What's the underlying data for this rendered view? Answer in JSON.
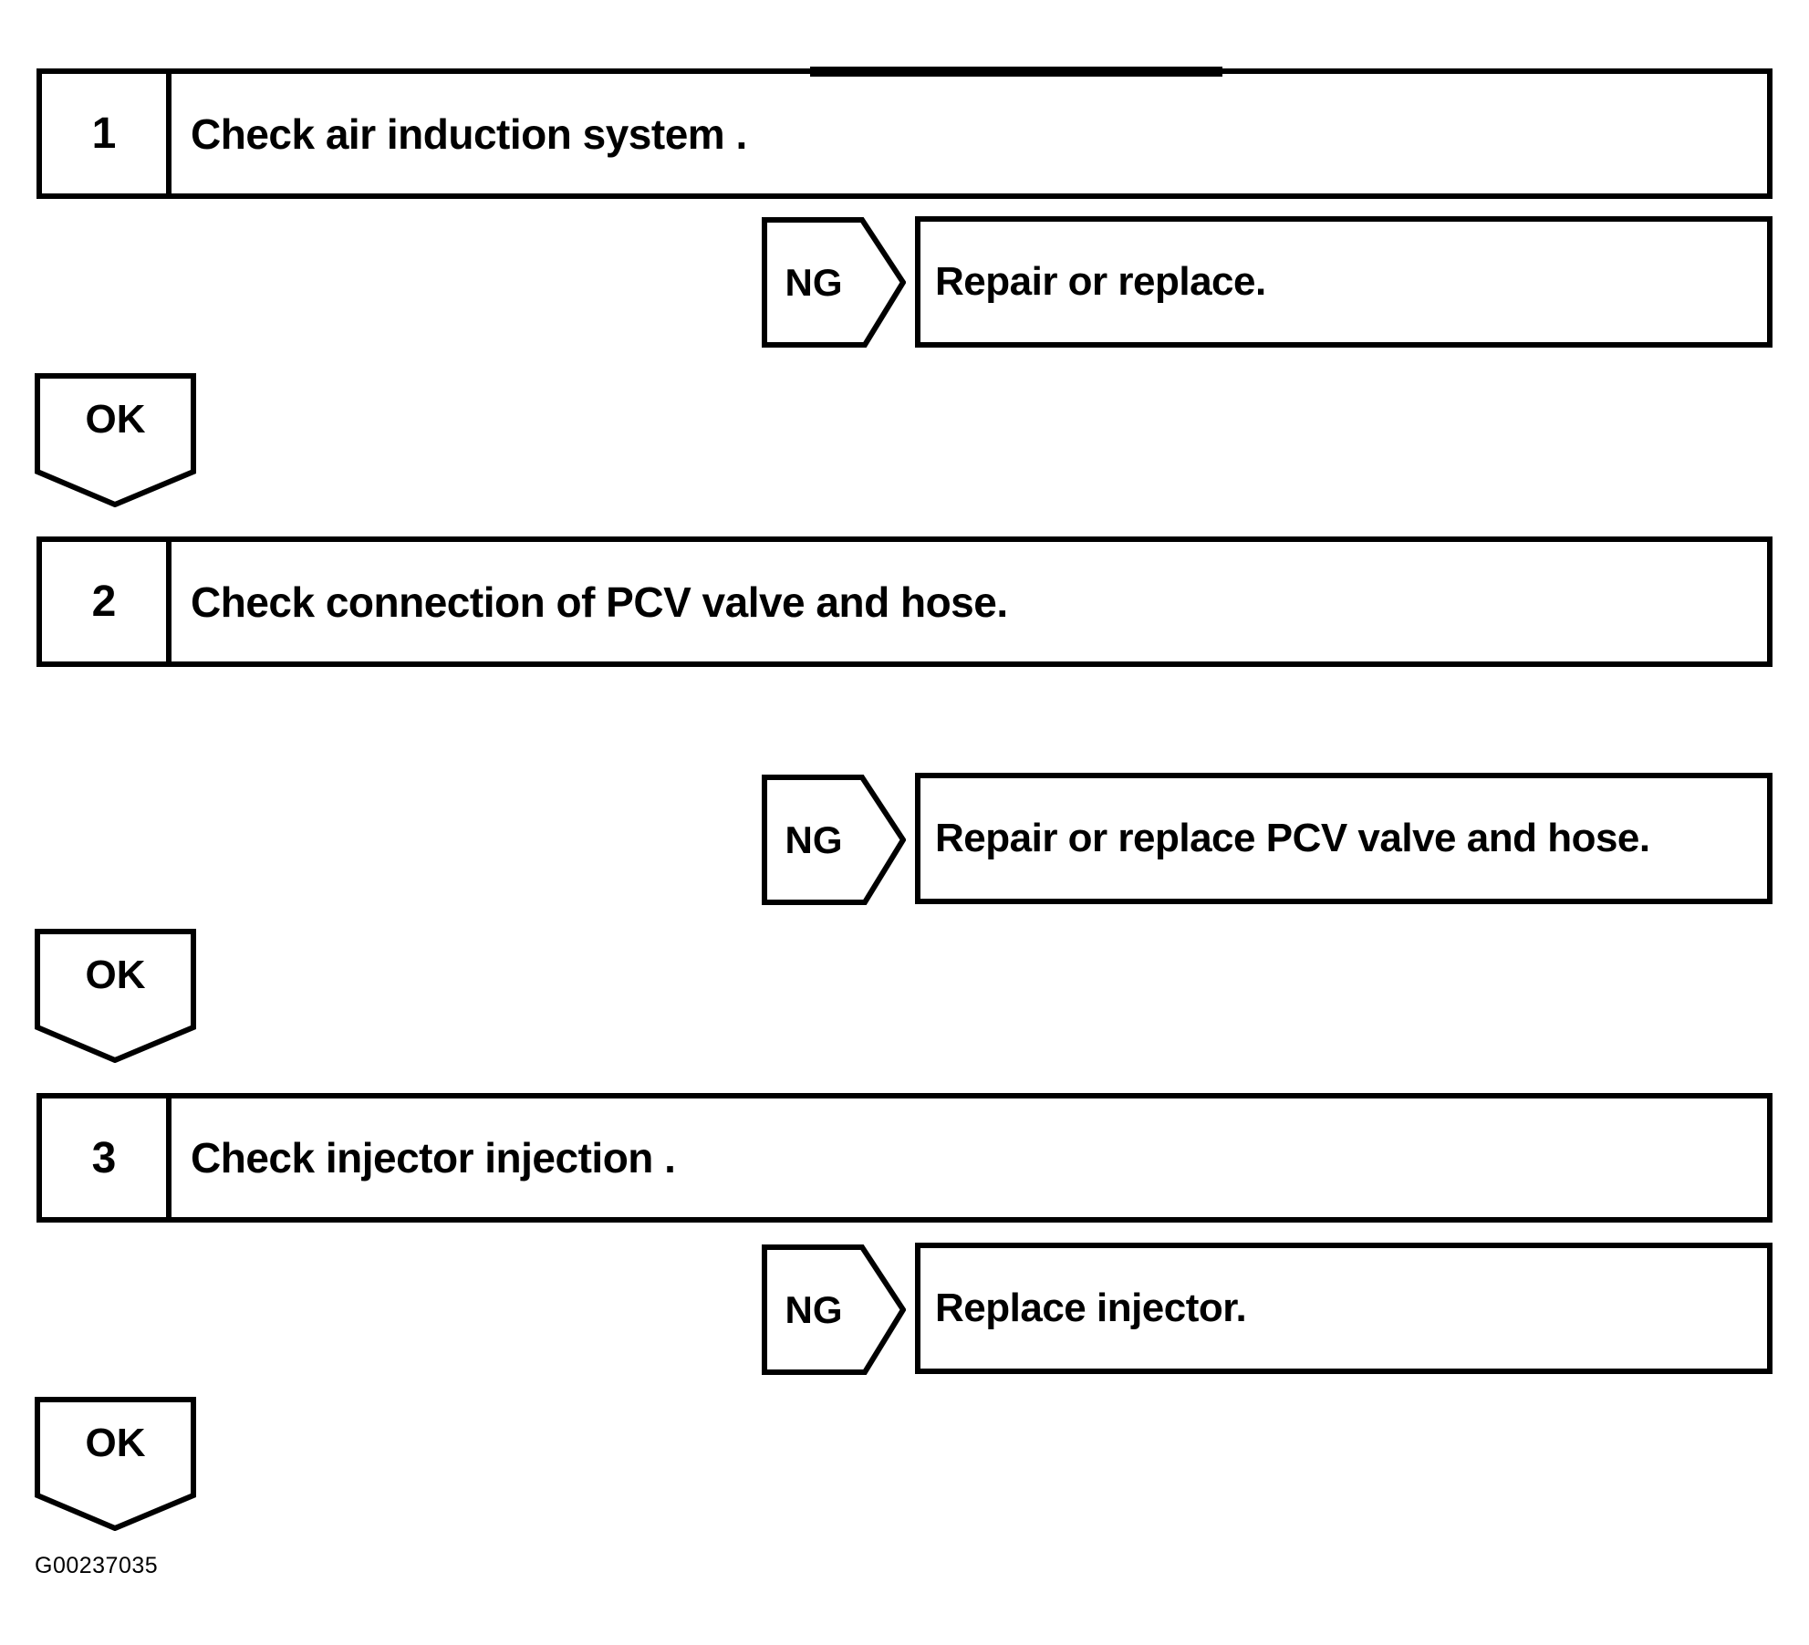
{
  "page": {
    "background": "#ffffff",
    "ink": "#000000",
    "figure_code": "G00237035"
  },
  "steps": [
    {
      "number": "1",
      "instruction": "Check air induction system .",
      "ng_label": "NG",
      "ng_result": "Repair or replace.",
      "ok_label": "OK"
    },
    {
      "number": "2",
      "instruction": "Check connection of PCV valve and hose.",
      "ng_label": "NG",
      "ng_result": "Repair or replace PCV valve and hose.",
      "ok_label": "OK"
    },
    {
      "number": "3",
      "instruction": "Check injector injection .",
      "ng_label": "NG",
      "ng_result": "Replace injector.",
      "ok_label": "OK"
    }
  ]
}
